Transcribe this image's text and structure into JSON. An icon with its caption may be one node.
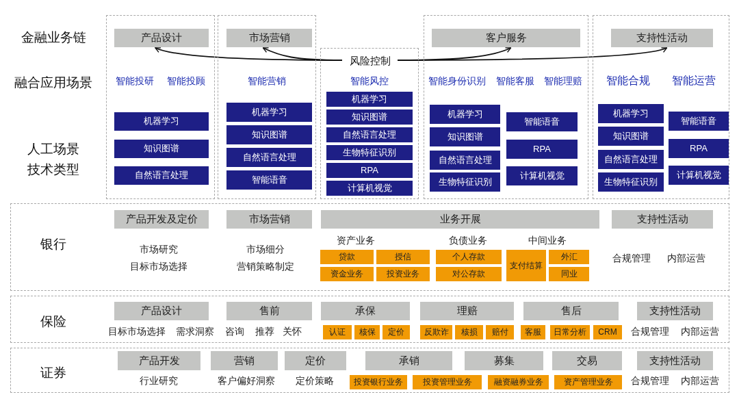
{
  "diagram": {
    "nodes": [
      {
        "text": [],
        "shape": "box"
      },
      {
        "text": [
          "产品设计"
        ],
        "in": 0
      },
      {
        "text": [
          "机器学习"
        ],
        "in": 0
      },
      {
        "text": [
          "知识图谱"
        ],
        "in": 0
      },
      {
        "text": [
          "自然语言处理"
        ],
        "in": 0
      },
      {
        "text": [],
        "shape": "box"
      },
      {
        "text": [
          "市场营销"
        ],
        "in": 5
      },
      {
        "text": [
          "机器学习"
        ],
        "in": 5
      },
      {
        "text": [
          "知识图谱"
        ],
        "in": 5
      },
      {
        "text": [
          "自然语言处理"
        ],
        "in": 5
      },
      {
        "text": [
          "智能语音"
        ],
        "in": 5
      },
      {
        "text": [],
        "shape": "box"
      },
      {
        "text": [
          "风险控制"
        ],
        "in": 11
      },
      {
        "text": [
          "机器学习"
        ],
        "in": 11
      },
      {
        "text": [
          "知识图谱"
        ],
        "in": 11
      },
      {
        "text": [
          "自然语言处理"
        ],
        "in": 11
      },
      {
        "text": [
          "生物特征识别"
        ],
        "in": 11
      },
      {
        "text": [
          "RPA"
        ],
        "in": 11
      },
      {
        "text": [
          "计算机视觉"
        ],
        "in": 11
      },
      {
        "text": [],
        "shape": "box"
      },
      {
        "text": [
          "客户服务"
        ],
        "in": 19
      },
      {
        "text": [
          "机器学习"
        ],
        "in": 19
      },
      {
        "text": [
          "知识图谱"
        ],
        "in": 19
      },
      {
        "text": [
          "自然语言处理"
        ],
        "in": 19
      },
      {
        "text": [
          "生物特征识别"
        ],
        "in": 19
      },
      {
        "text": [
          "智能语音"
        ],
        "in": 19
      },
      {
        "text": [
          "RPA"
        ],
        "in": 19
      },
      {
        "text": [
          "计算机视觉"
        ],
        "in": 19
      },
      {
        "text": [],
        "shape": "box"
      },
      {
        "text": [
          "支持性活动"
        ],
        "in": 28
      },
      {
        "text": [
          "机器学习"
        ],
        "in": 28
      },
      {
        "text": [
          "知识图谱"
        ],
        "in": 28
      },
      {
        "text": [
          "自然语言处理"
        ],
        "in": 28
      },
      {
        "text": [
          "生物特征识别"
        ],
        "in": 28
      },
      {
        "text": [
          "智能语音"
        ],
        "in": 28
      },
      {
        "text": [
          "RPA"
        ],
        "in": 28
      },
      {
        "text": [
          "计算机视觉"
        ],
        "in": 28
      },
      {
        "text": [],
        "shape": "box"
      },
      {
        "text": [
          "产品开发及定价"
        ],
        "in": 37
      },
      {
        "text": [
          "市场营销"
        ],
        "in": 37
      },
      {
        "text": [
          "业务开展"
        ],
        "in": 37
      },
      {
        "text": [
          "支持性活动"
        ],
        "in": 37
      },
      {
        "text": [
          "贷款"
        ],
        "in": 37
      },
      {
        "text": [
          "授信"
        ],
        "in": 37
      },
      {
        "text": [
          "资金业务"
        ],
        "in": 37
      },
      {
        "text": [
          "投资业务"
        ],
        "in": 37
      },
      {
        "text": [
          "个人存款"
        ],
        "in": 37
      },
      {
        "text": [
          "对公存款"
        ],
        "in": 37
      },
      {
        "text": [
          "支付结算"
        ],
        "in": 37
      },
      {
        "text": [
          "外汇"
        ],
        "in": 37
      },
      {
        "text": [
          "同业"
        ],
        "in": 37
      },
      {
        "text": [],
        "shape": "box"
      },
      {
        "text": [
          "产品设计"
        ],
        "in": 51
      },
      {
        "text": [
          "售前"
        ],
        "in": 51
      },
      {
        "text": [
          "承保"
        ],
        "in": 51
      },
      {
        "text": [
          "理赔"
        ],
        "in": 51
      },
      {
        "text": [
          "售后"
        ],
        "in": 51
      },
      {
        "text": [
          "支持性活动"
        ],
        "in": 51
      },
      {
        "text": [
          "认证"
        ],
        "in": 51
      },
      {
        "text": [
          "核保"
        ],
        "in": 51
      },
      {
        "text": [
          "定价"
        ],
        "in": 51
      },
      {
        "text": [
          "反欺诈"
        ],
        "in": 51
      },
      {
        "text": [
          "核损"
        ],
        "in": 51
      },
      {
        "text": [
          "赔付"
        ],
        "in": 51
      },
      {
        "text": [
          "客服"
        ],
        "in": 51
      },
      {
        "text": [
          "日常分析"
        ],
        "in": 51
      },
      {
        "text": [
          "CRM"
        ],
        "in": 51
      },
      {
        "text": [],
        "shape": "box"
      },
      {
        "text": [
          "产品开发"
        ],
        "in": 67
      },
      {
        "text": [
          "营销"
        ],
        "in": 67
      },
      {
        "text": [
          "定价"
        ],
        "in": 67
      },
      {
        "text": [
          "承销"
        ],
        "in": 67
      },
      {
        "text": [
          "募集"
        ],
        "in": 67
      },
      {
        "text": [
          "交易"
        ],
        "in": 67
      },
      {
        "text": [
          "支持性活动"
        ],
        "in": 67
      },
      {
        "text": [
          "投资银行业务"
        ],
        "in": 67
      },
      {
        "text": [
          "投资管理业务"
        ],
        "in": 67
      },
      {
        "text": [
          "融资融券业务"
        ],
        "in": 67
      },
      {
        "text": [
          "资产管理业务"
        ],
        "in": 67
      }
    ],
    "edges": [
      {
        "from": 12,
        "to": 1,
        "arrow": "to"
      },
      {
        "from": 12,
        "to": 6,
        "arrow": "to"
      },
      {
        "from": 12,
        "to": 20,
        "arrow": "to"
      },
      {
        "from": 12,
        "to": 29,
        "arrow": "to"
      }
    ],
    "labels": [
      "金融业务链",
      "融合应用场景",
      "人工场景技术类型",
      "智能投研",
      "智能投顾",
      "智能营销",
      "智能风控",
      "智能身份识别",
      "智能客服",
      "智能理赔",
      "智能合规",
      "智能运营",
      "银行",
      "市场研究",
      "目标市场选择",
      "市场细分",
      "营销策略制定",
      "资产业务",
      "负债业务",
      "中间业务",
      "合规管理",
      "内部运营",
      "保险",
      "目标市场选择",
      "需求洞察",
      "咨询",
      "推荐",
      "关怀",
      "合规管理",
      "内部运营",
      "证券",
      "行业研究",
      "客户偏好洞察",
      "定价策略",
      "合规管理",
      "内部运营"
    ]
  }
}
